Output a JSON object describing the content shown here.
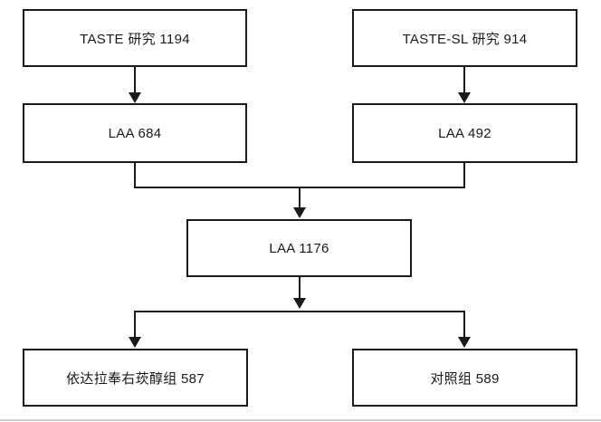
{
  "colors": {
    "background": "#ffffff",
    "line": "#1a1a1a",
    "text": "#1a1a1a",
    "page_edge": "#cfcfcf"
  },
  "flowchart": {
    "type": "consort-flow-diagram",
    "nodes": {
      "study_taste": {
        "label": "TASTE 研究 1194",
        "count": 1194
      },
      "study_taste_sl": {
        "label": "TASTE-SL 研究 914",
        "count": 914
      },
      "laa_taste": {
        "label": "LAA 684",
        "count": 684
      },
      "laa_taste_sl": {
        "label": "LAA 492",
        "count": 492
      },
      "laa_pooled": {
        "label": "LAA 1176",
        "count": 1176
      },
      "treatment_group": {
        "label": "依达拉奉右莰醇组 587",
        "count": 587
      },
      "control_group": {
        "label": "对照组 589",
        "count": 589
      }
    },
    "edges": [
      {
        "from": "study_taste",
        "to": "laa_taste"
      },
      {
        "from": "study_taste_sl",
        "to": "laa_taste_sl"
      },
      {
        "from": "laa_taste",
        "to": "laa_pooled"
      },
      {
        "from": "laa_taste_sl",
        "to": "laa_pooled"
      },
      {
        "from": "laa_pooled",
        "to": "treatment_group"
      },
      {
        "from": "laa_pooled",
        "to": "control_group"
      }
    ]
  }
}
